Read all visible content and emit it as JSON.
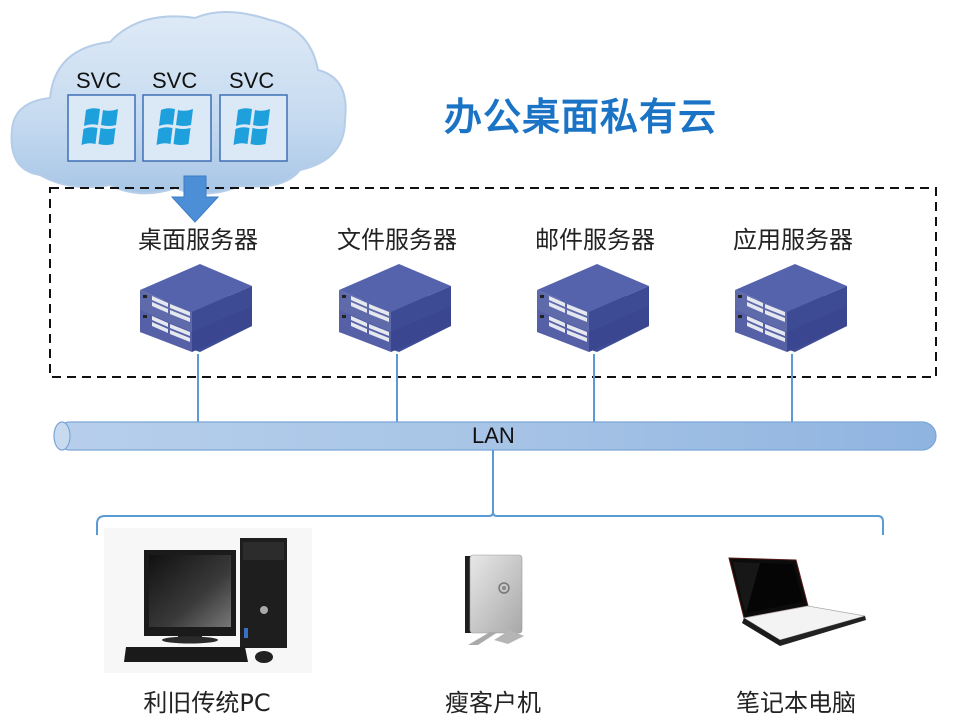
{
  "title": "办公桌面私有云",
  "cloud": {
    "instances": [
      {
        "label": "SVC",
        "icon": "windows-logo-icon"
      },
      {
        "label": "SVC",
        "icon": "windows-logo-icon"
      },
      {
        "label": "SVC",
        "icon": "windows-logo-icon"
      }
    ]
  },
  "servers": [
    {
      "label": "桌面服务器",
      "icon": "server-rack-icon"
    },
    {
      "label": "文件服务器",
      "icon": "server-rack-icon"
    },
    {
      "label": "邮件服务器",
      "icon": "server-rack-icon"
    },
    {
      "label": "应用服务器",
      "icon": "server-rack-icon"
    }
  ],
  "network": {
    "label": "LAN"
  },
  "clients": [
    {
      "label": "利旧传统PC",
      "icon": "desktop-pc-icon"
    },
    {
      "label": "瘦客户机",
      "icon": "thin-client-icon"
    },
    {
      "label": "笔记本电脑",
      "icon": "laptop-icon"
    }
  ],
  "colors": {
    "title": "#1a73c5",
    "line": "#5b9bd5",
    "lan_fill": "#a9c6e8",
    "server": "#4a5aa8",
    "windows": "#1ea0dc"
  }
}
